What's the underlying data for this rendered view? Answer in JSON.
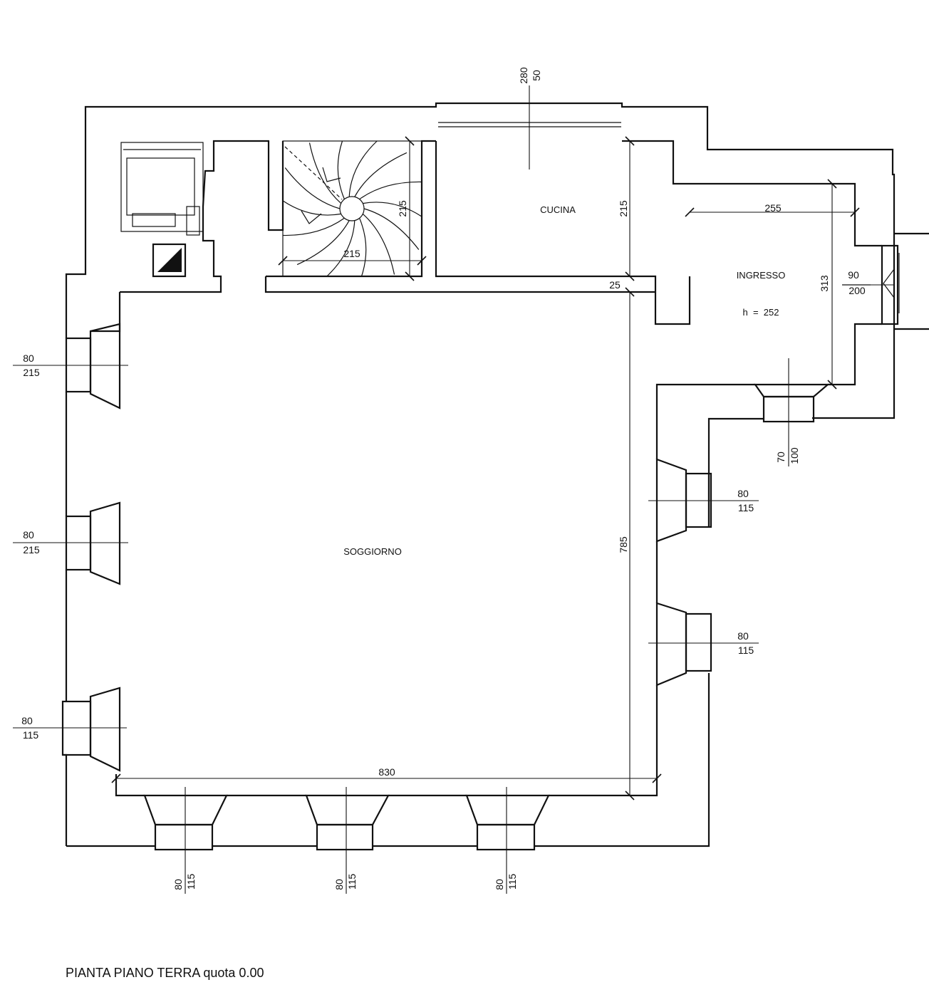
{
  "title": "PIANTA PIANO TERRA quota 0.00",
  "rooms": {
    "cucina": "CUCINA",
    "ingresso": "INGRESSO",
    "ingresso_height": "h  =  252",
    "soggiorno": "SOGGIORNO"
  },
  "dimensions": {
    "stair_width": "215",
    "stair_depth": "215",
    "top_opening_a": "280",
    "top_opening_b": "50",
    "kitchen_depth": "215",
    "wall_thickness": "25",
    "entry_width": "255",
    "entry_depth": "313",
    "living_height": "785",
    "living_width": "830"
  },
  "openings": {
    "entry_door": {
      "w": "90",
      "h": "200"
    },
    "entry_window": {
      "w": "70",
      "h": "100"
    },
    "left_1": {
      "w": "80",
      "h": "215"
    },
    "left_2": {
      "w": "80",
      "h": "215"
    },
    "left_3": {
      "w": "80",
      "h": "115"
    },
    "right_1": {
      "w": "80",
      "h": "115"
    },
    "right_2": {
      "w": "80",
      "h": "115"
    },
    "bottom_1": {
      "w": "80",
      "h": "115"
    },
    "bottom_2": {
      "w": "80",
      "h": "115"
    },
    "bottom_3": {
      "w": "80",
      "h": "115"
    }
  }
}
